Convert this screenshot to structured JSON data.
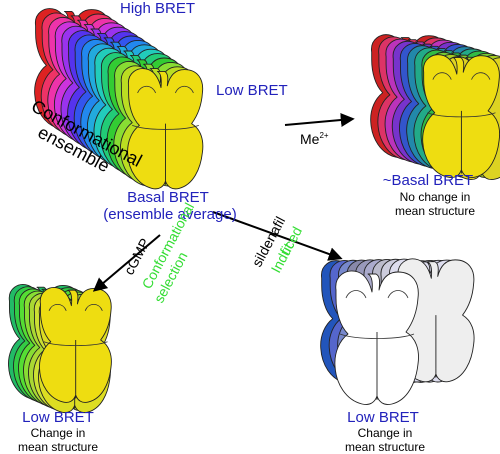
{
  "labels": {
    "high_bret": "High BRET",
    "low_bret_top": "Low BRET",
    "conformational": "Conformational",
    "ensemble": "ensemble",
    "basal_bret": "Basal BRET",
    "ensemble_average": "(ensemble average)",
    "me2": "Me",
    "me2_sup": "2+",
    "approx_basal": "~Basal BRET",
    "no_change_1": "No change in",
    "no_change_2": "mean structure",
    "cgmp": "cGMP",
    "conf_sel_1": "Conformational",
    "conf_sel_2": "selection",
    "low_bret_left": "Low BRET",
    "change_left_1": "Change in",
    "change_left_2": "mean structure",
    "sildenafil": "sildenafil",
    "induced": "Induced",
    "fit": "fit",
    "low_bret_right": "Low BRET",
    "change_right_1": "Change in",
    "change_right_2": "mean structure"
  },
  "colors": {
    "blue_text": "#2222bb",
    "green_text": "#33dd33",
    "black_text": "#000000",
    "front_yellow": "#eedd11",
    "rainbow": [
      "#dd2222",
      "#ee3366",
      "#ee33aa",
      "#cc33dd",
      "#9933ee",
      "#5533ee",
      "#3355ee",
      "#2288ee",
      "#22aadd",
      "#22ccbb",
      "#22cc77",
      "#33cc33",
      "#88dd33",
      "#bbdd22"
    ],
    "me_stack": [
      "#cc2222",
      "#dd3366",
      "#bb33bb",
      "#7733cc",
      "#3355cc",
      "#2288aa",
      "#22aa88",
      "#33bb44",
      "#77cc33",
      "#aad022",
      "#ddd322"
    ],
    "green_stack": [
      "#22bb66",
      "#33cc44",
      "#55dd33",
      "#88dd33",
      "#aad833",
      "#cce033",
      "#dddd22"
    ],
    "grey_stack": [
      "#2255bb",
      "#5566cc",
      "#7788cc",
      "#8888aa",
      "#9999bb",
      "#aaaacc",
      "#bbbbcc",
      "#ccccdd",
      "#ddddee",
      "#eeeeee"
    ]
  }
}
